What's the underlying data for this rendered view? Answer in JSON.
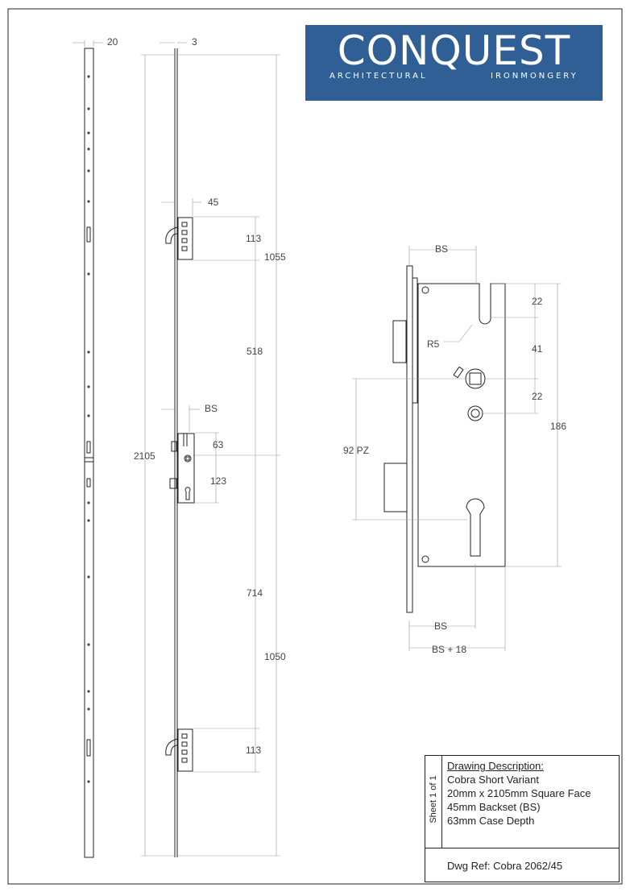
{
  "brand": {
    "name": "CONQUEST",
    "tagline_left": "ARCHITECTURAL",
    "tagline_right": "IRONMONGERY",
    "color": "#2f5f95"
  },
  "dimensions": {
    "strip_width": "20",
    "edge_thickness": "3",
    "overall_length": "2105",
    "upper_half": "1055",
    "lower_half": "1050",
    "hook_top_offset": "45",
    "hook_top_height": "113",
    "gap_upper": "518",
    "gearbox_bs": "BS",
    "gearbox_case": "63",
    "gearbox_lower": "123",
    "gap_lower": "714",
    "hook_bottom_height": "113"
  },
  "detail": {
    "bs_top": "BS",
    "radius": "R5",
    "dim_22_top": "22",
    "dim_41": "41",
    "dim_22_bottom": "22",
    "dim_186": "186",
    "pz": "92 PZ",
    "bs_bottom": "BS",
    "bs_plus": "BS + 18"
  },
  "title_block": {
    "sheet": "Sheet 1 of 1",
    "heading": "Drawing Description:",
    "lines": [
      "Cobra Short Variant",
      "20mm x 2105mm Square Face",
      "45mm Backset (BS)",
      "63mm Case Depth"
    ],
    "ref": "Dwg Ref: Cobra 2062/45"
  }
}
